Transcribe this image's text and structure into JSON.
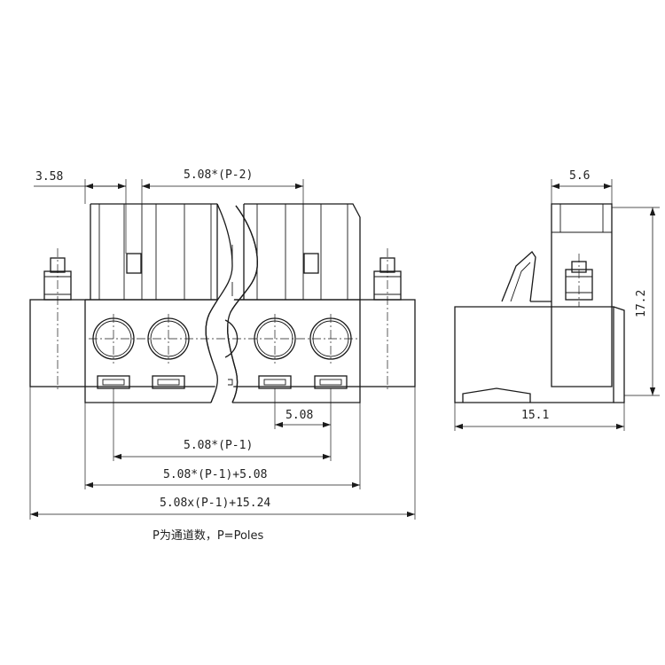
{
  "dimensions": {
    "front_left_offset": "3.58",
    "top_span": "5.08*(P-2)",
    "pitch": "5.08",
    "pins_span": "5.08*(P-1)",
    "plug_body": "5.08*(P-1)+5.08",
    "overall_length": "5.08x(P-1)+15.24",
    "side_top_width": "5.6",
    "side_height": "17.2",
    "side_depth": "15.1"
  },
  "note": "P为通道数，P=Poles"
}
